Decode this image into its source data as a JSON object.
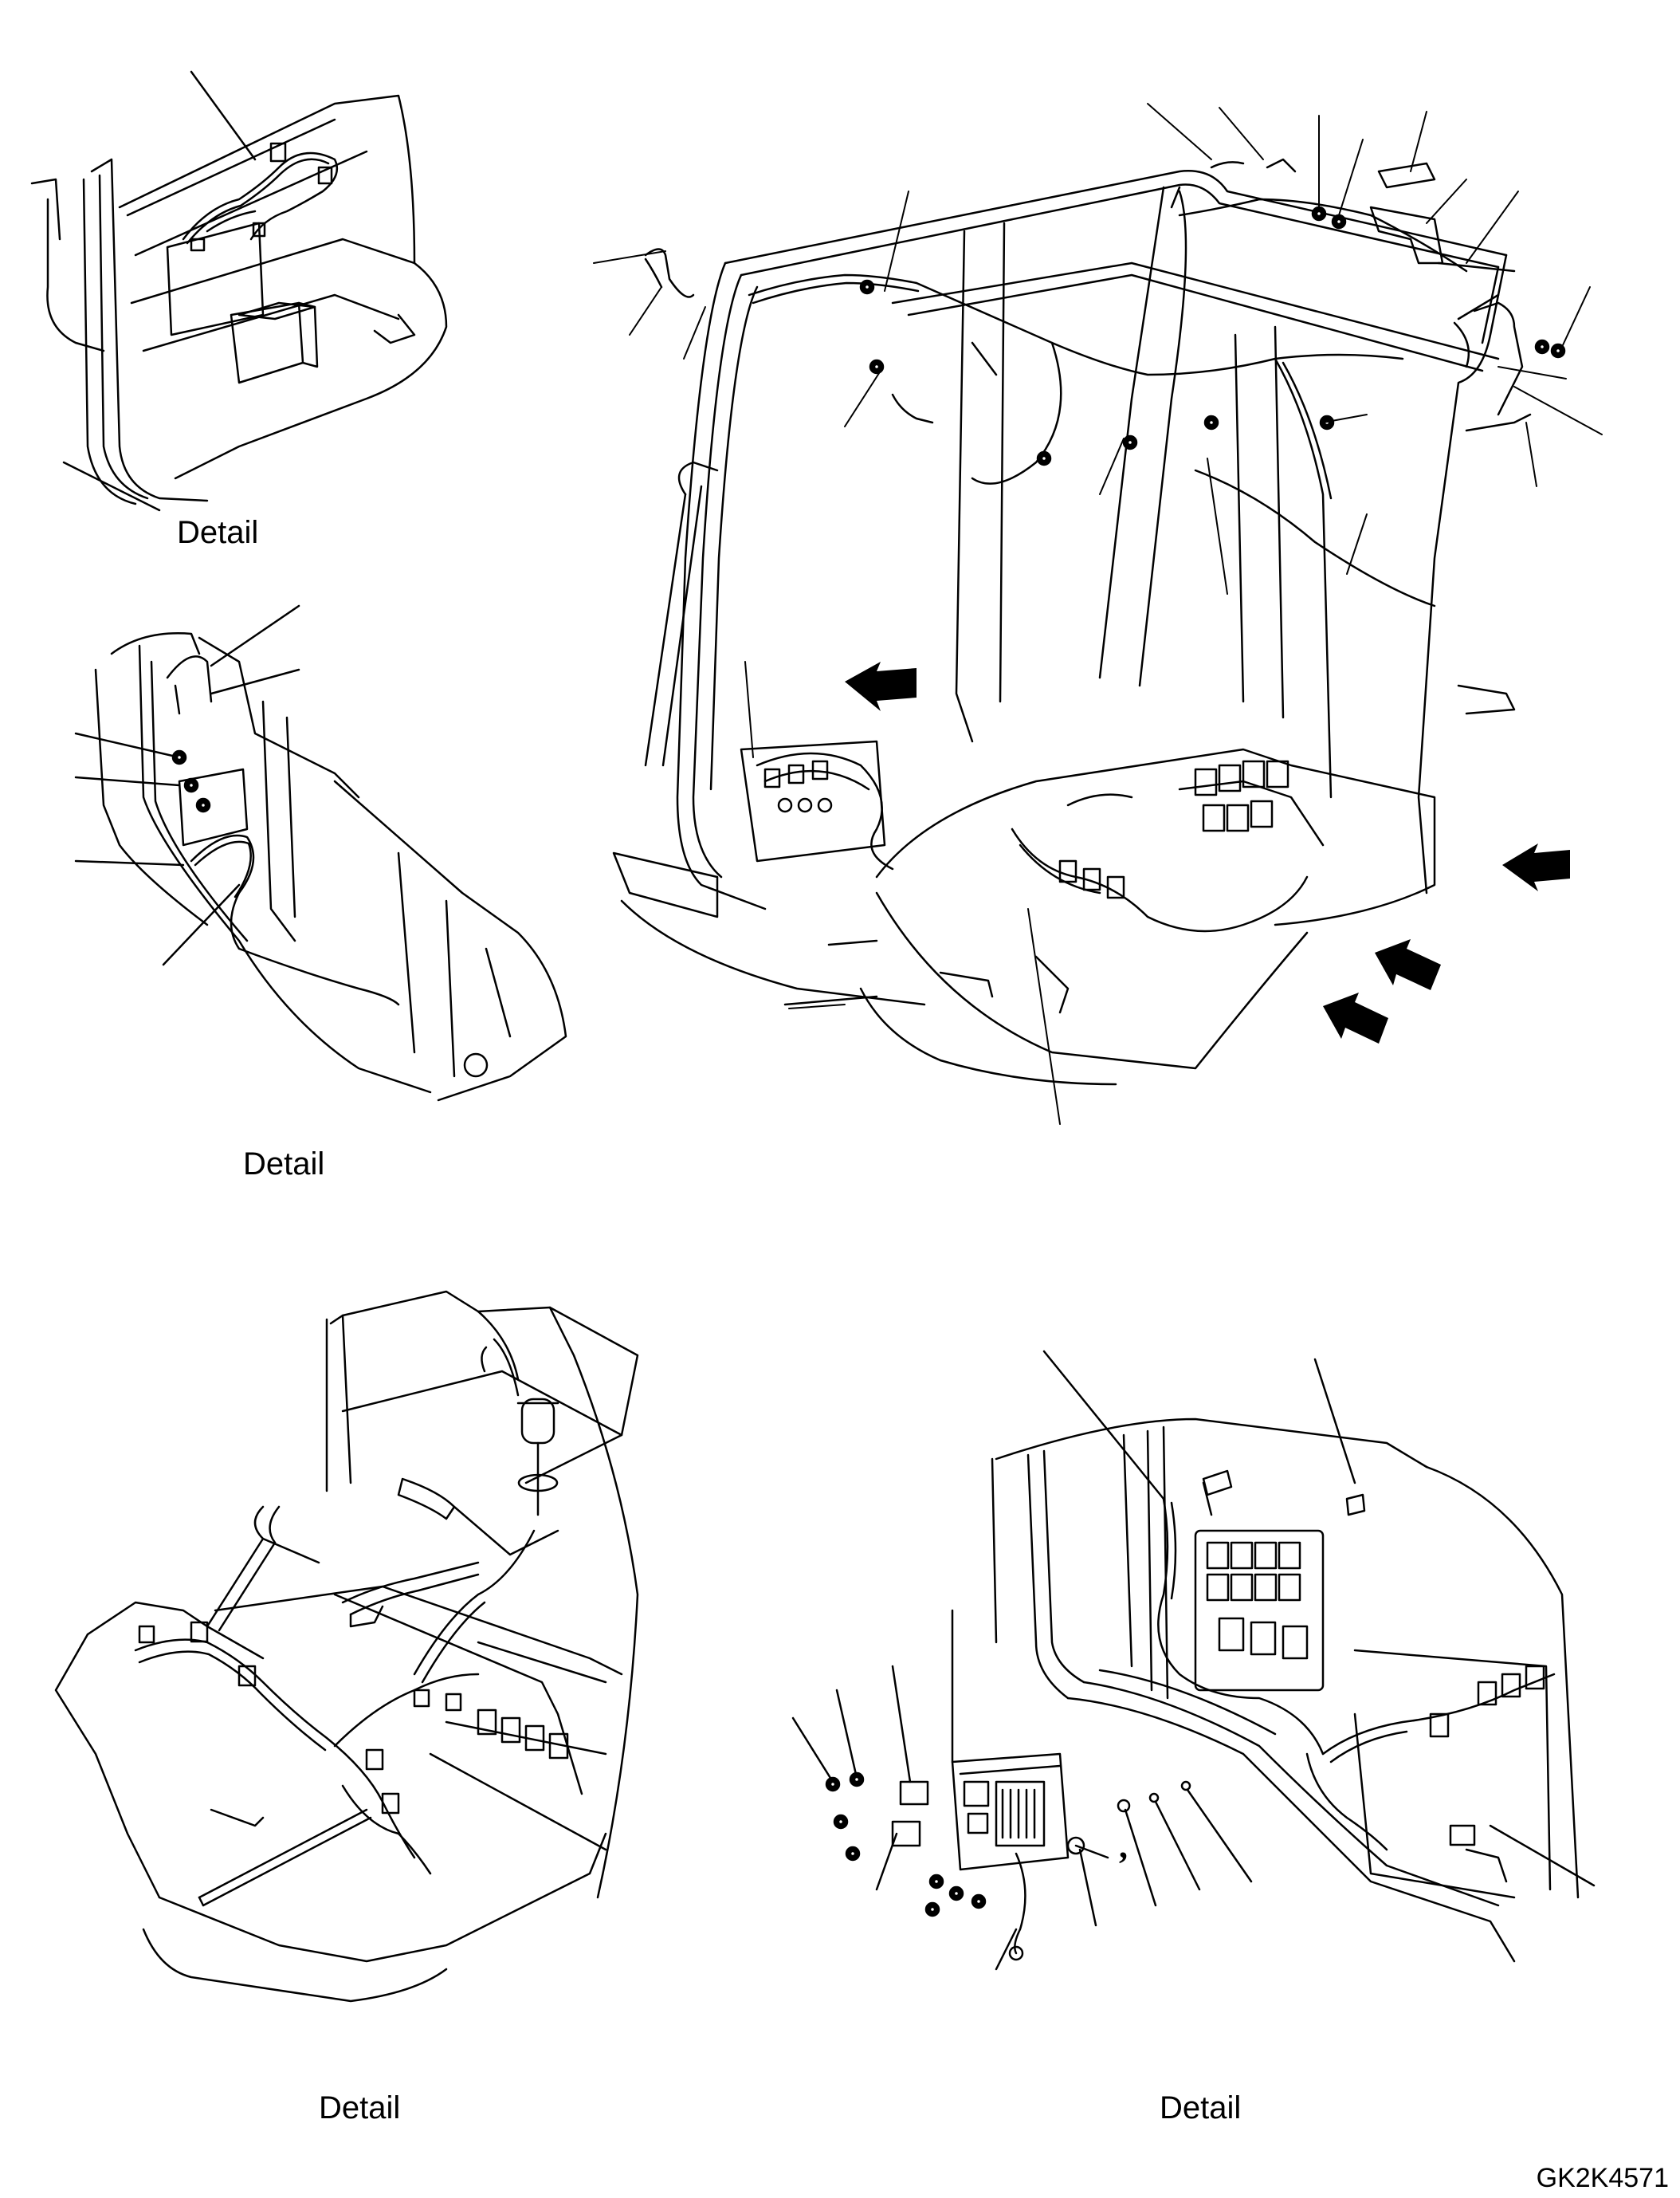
{
  "figure": {
    "type": "exploded parts diagram - cab wiring harness",
    "drawing_id": "GK2K4571",
    "views": [
      {
        "caption": "Detail"
      },
      {
        "caption": "Detail"
      },
      {
        "caption": "Detail"
      },
      {
        "caption": "Detail"
      }
    ],
    "stray_mark": ",",
    "colors": {
      "line": "#000000",
      "background": "#ffffff",
      "arrow": "#000000"
    }
  }
}
